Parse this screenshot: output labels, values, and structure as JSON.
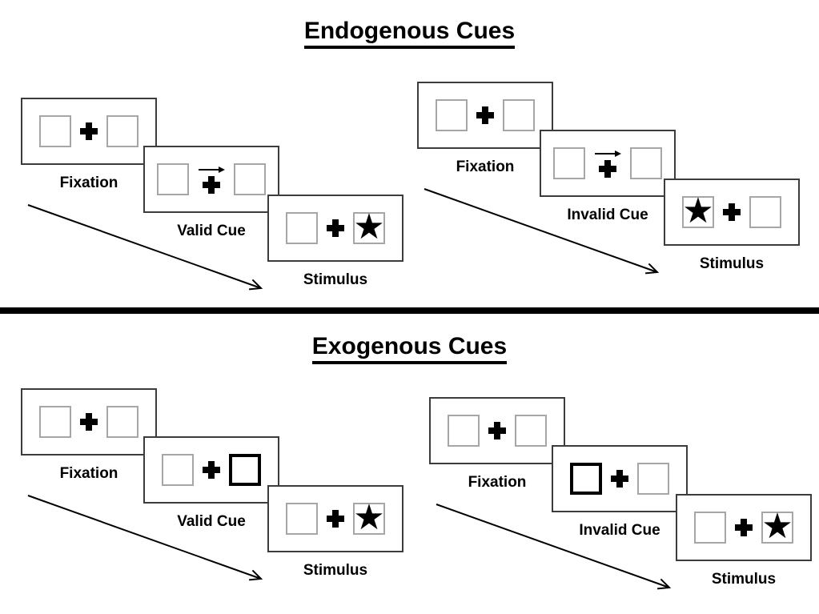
{
  "colors": {
    "background": "#ffffff",
    "ink": "#000000",
    "panel_border": "#3c3c3c",
    "square_border": "#a6a6a6"
  },
  "icons": {
    "star": "★",
    "fixation_cross": "heavy-plus-css-shape",
    "cue_arrow": "small-right-arrow-svg",
    "timeline_arrow": "diagonal-down-right-arrow-svg"
  },
  "sections": [
    {
      "title": "Endogenous Cues",
      "trials": [
        {
          "name": "valid-trial",
          "panels": [
            {
              "label": "Fixation",
              "left": {
                "type": "empty"
              },
              "center": {
                "type": "cross"
              },
              "right": {
                "type": "empty"
              }
            },
            {
              "label": "Valid Cue",
              "left": {
                "type": "empty"
              },
              "center": {
                "type": "cross",
                "cue_arrow": "right"
              },
              "right": {
                "type": "empty"
              }
            },
            {
              "label": "Stimulus",
              "left": {
                "type": "empty"
              },
              "center": {
                "type": "cross"
              },
              "right": {
                "type": "star",
                "glyph": "★"
              }
            }
          ]
        },
        {
          "name": "invalid-trial",
          "panels": [
            {
              "label": "Fixation",
              "left": {
                "type": "empty"
              },
              "center": {
                "type": "cross"
              },
              "right": {
                "type": "empty"
              }
            },
            {
              "label": "Invalid Cue",
              "left": {
                "type": "empty"
              },
              "center": {
                "type": "cross",
                "cue_arrow": "right"
              },
              "right": {
                "type": "empty"
              }
            },
            {
              "label": "Stimulus",
              "left": {
                "type": "star",
                "glyph": "★"
              },
              "center": {
                "type": "cross"
              },
              "right": {
                "type": "empty"
              }
            }
          ]
        }
      ]
    },
    {
      "title": "Exogenous Cues",
      "trials": [
        {
          "name": "valid-trial",
          "panels": [
            {
              "label": "Fixation",
              "left": {
                "type": "empty"
              },
              "center": {
                "type": "cross"
              },
              "right": {
                "type": "empty"
              }
            },
            {
              "label": "Valid Cue",
              "left": {
                "type": "empty"
              },
              "center": {
                "type": "cross"
              },
              "right": {
                "type": "thick-box"
              }
            },
            {
              "label": "Stimulus",
              "left": {
                "type": "empty"
              },
              "center": {
                "type": "cross"
              },
              "right": {
                "type": "star",
                "glyph": "★"
              }
            }
          ]
        },
        {
          "name": "invalid-trial",
          "panels": [
            {
              "label": "Fixation",
              "left": {
                "type": "empty"
              },
              "center": {
                "type": "cross"
              },
              "right": {
                "type": "empty"
              }
            },
            {
              "label": "Invalid Cue",
              "left": {
                "type": "thick-box"
              },
              "center": {
                "type": "cross"
              },
              "right": {
                "type": "empty"
              }
            },
            {
              "label": "Stimulus",
              "left": {
                "type": "empty"
              },
              "center": {
                "type": "cross"
              },
              "right": {
                "type": "star",
                "glyph": "★"
              }
            }
          ]
        }
      ]
    }
  ]
}
